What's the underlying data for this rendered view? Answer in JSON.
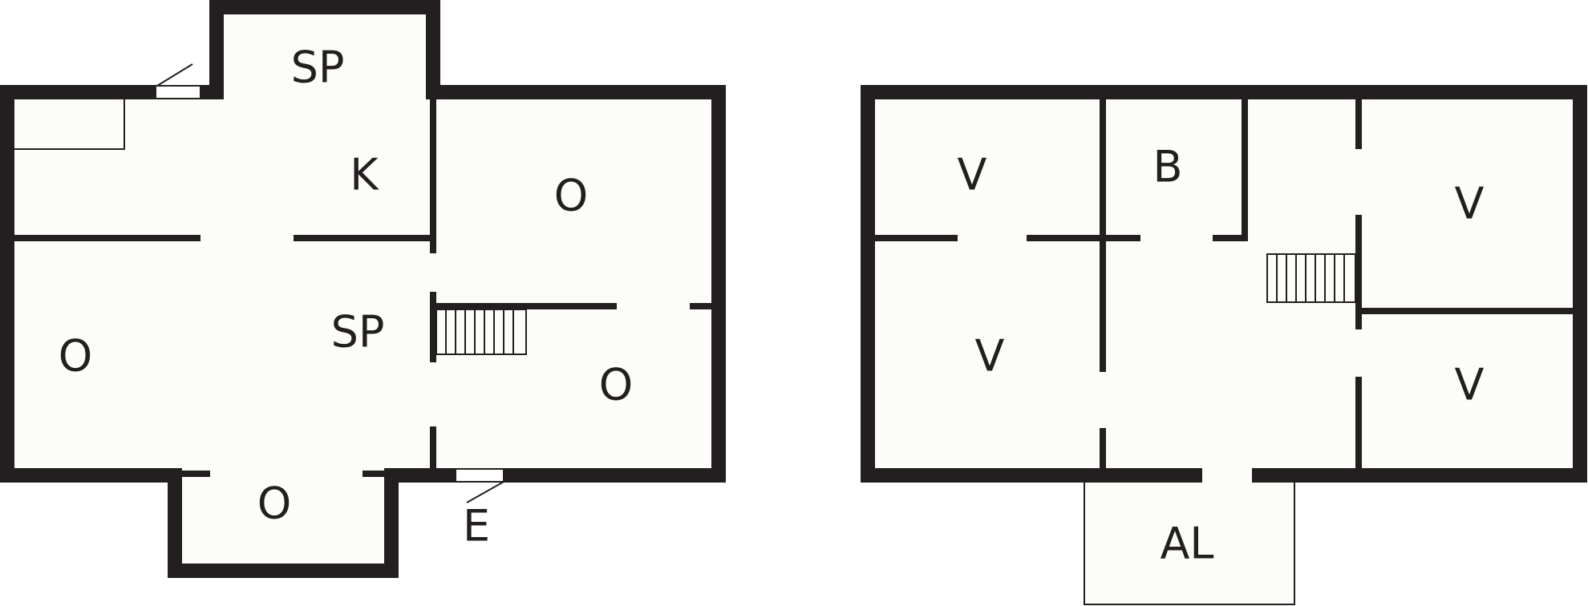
{
  "colors": {
    "floor": "#fcfdf8",
    "wall": "#231f20",
    "background": "#ffffff"
  },
  "floor_1": {
    "rooms": {
      "sp_top": "SP",
      "k": "K",
      "o_right_top": "O",
      "o_left": "O",
      "sp_center": "SP",
      "o_right_bottom": "O",
      "o_bottom": "O",
      "entrance": "E"
    }
  },
  "floor_2": {
    "rooms": {
      "v_top_left": "V",
      "b": "B",
      "v_top_right": "V",
      "v_bottom_left": "V",
      "v_bottom_right": "V",
      "al": "AL"
    }
  }
}
